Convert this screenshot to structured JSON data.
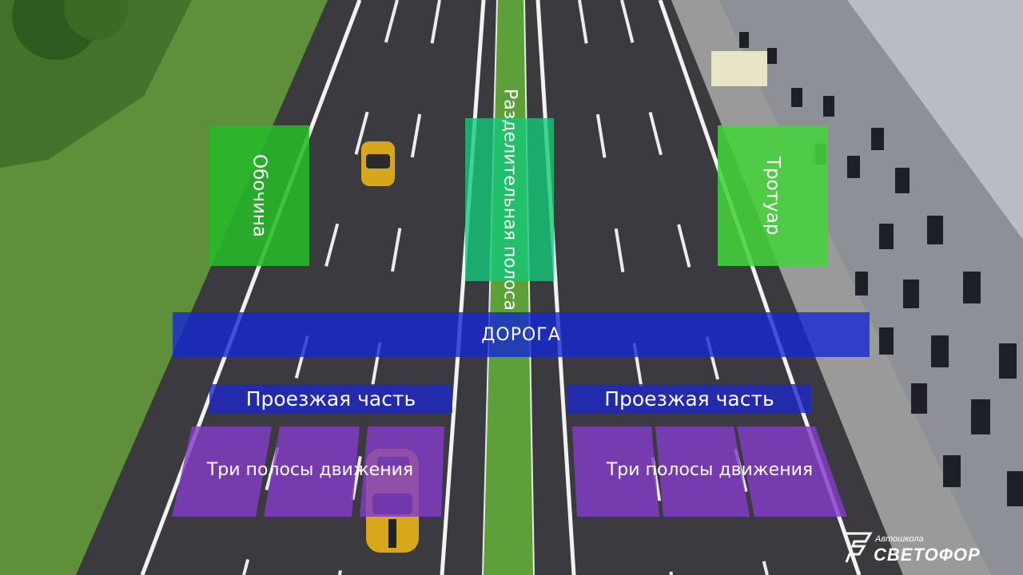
{
  "labels": {
    "shoulder": "Обочина",
    "median": "Разделительная полоса",
    "sidewalk": "Тротуар",
    "road": "ДОРОГА",
    "carriageway_left": "Проезжая часть",
    "carriageway_right": "Проезжая часть",
    "lanes_left": "Три полосы движения",
    "lanes_right": "Три полосы движения"
  },
  "watermark": {
    "top": "Автошкола",
    "main": "СВЕТОФОР"
  },
  "colors": {
    "grass": "#5f8f3a",
    "asphalt": "#3a3a3e",
    "road_band": "#1428d2",
    "lanes": "#8a3cc8",
    "shoulder": "#28b928",
    "median": "#14c878",
    "car": "#e0b020"
  }
}
